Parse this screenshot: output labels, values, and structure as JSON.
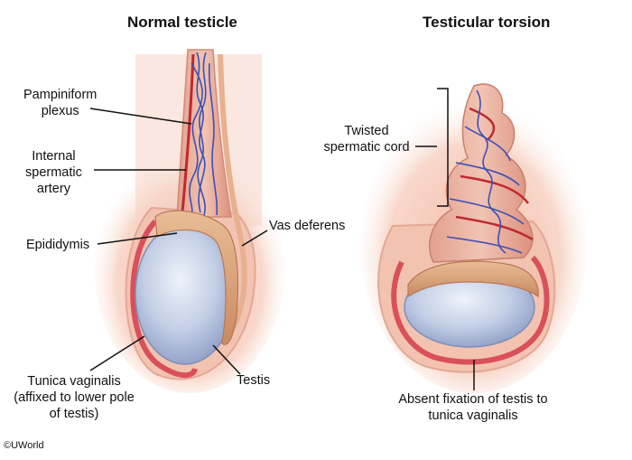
{
  "titles": {
    "normal": "Normal testicle",
    "torsion": "Testicular torsion"
  },
  "labels": {
    "pampiniform": "Pampiniform\nplexus",
    "internal_artery": "Internal\nspermatic\nartery",
    "epididymis": "Epididymis",
    "vas_deferens": "Vas deferens",
    "tunica_vaginalis": "Tunica vaginalis\n(affixed to lower pole\nof testis)",
    "testis": "Testis",
    "twisted_cord": "Twisted\nspermatic cord",
    "absent_fixation": "Absent fixation of testis to\ntunica vaginalis"
  },
  "copyright": "©UWorld",
  "colors": {
    "scrotum_glow": "#f5c9b8",
    "tunica": "#d9505a",
    "epididymis": "#d9a27a",
    "testis": "#b8c6e0",
    "vein": "#3d4fb5",
    "artery": "#c0282e"
  }
}
